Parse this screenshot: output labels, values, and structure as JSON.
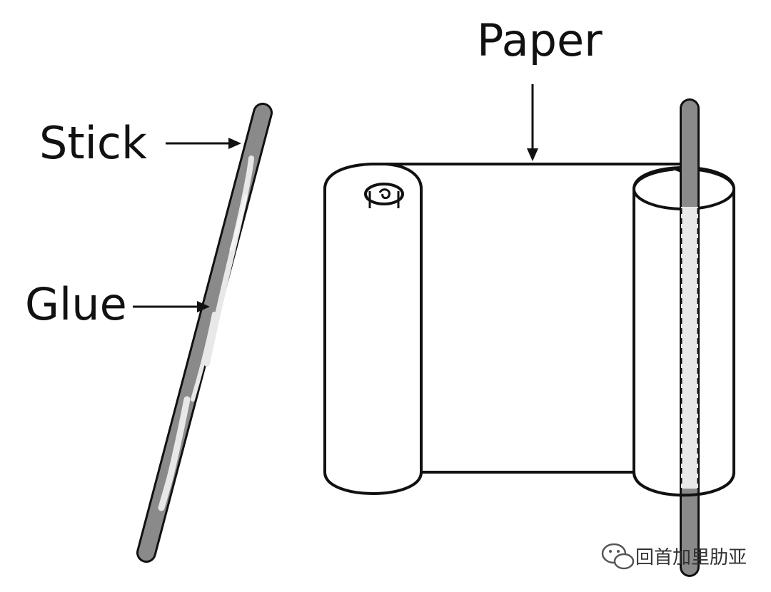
{
  "labels": {
    "stick": "Stick",
    "glue": "Glue",
    "paper": "Paper"
  },
  "watermark": {
    "text": "回首加里肋亚",
    "icon": "wechat-icon"
  },
  "colors": {
    "stick_fill": "#8a8a8a",
    "glue_fill": "#e8e8e8",
    "outline": "#111111",
    "background": "#ffffff"
  }
}
